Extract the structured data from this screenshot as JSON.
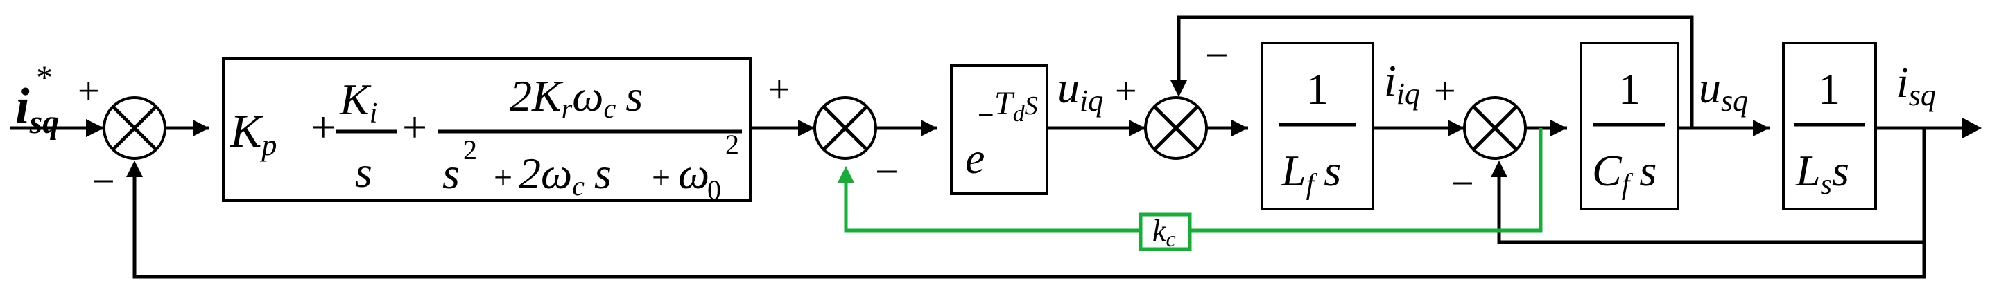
{
  "signals": {
    "i_ref": "i",
    "i_ref_sub": "sq",
    "i_ref_sup": "*",
    "u_iq": "u",
    "u_iq_sub": "iq",
    "i_iq": "i",
    "i_iq_sub": "iq",
    "u_sq": "u",
    "u_sq_sub": "sq",
    "i_sq": "i",
    "i_sq_sub": "sq"
  },
  "signs": {
    "plus": "+",
    "minus": "−"
  },
  "blocks": {
    "pr_controller": {
      "kp": "K",
      "kp_sub": "p",
      "plus": "+",
      "ki": "K",
      "ki_sub": "i",
      "s": "s",
      "num": "2K",
      "num_r": "r",
      "num_omega": "ω",
      "num_c": "c",
      "den_s": "s",
      "den_sq": "2",
      "den_plus": "+",
      "den_mid": "2ω",
      "den_mid_c": "c",
      "den_omega0": "ω",
      "den_0": "0"
    },
    "delay": {
      "e": "e",
      "minus": "−",
      "td": "T",
      "td_sub": "d",
      "s": "S"
    },
    "inductor_f": {
      "num": "1",
      "den": "L",
      "den_sub": "f",
      "s": "s"
    },
    "capacitor_f": {
      "num": "1",
      "den": "C",
      "den_sub": "f",
      "s": "s"
    },
    "inductor_s": {
      "num": "1",
      "den": "L",
      "den_sub": "s",
      "s": "s"
    },
    "gain_kc": {
      "k": "k",
      "k_sub": "c"
    }
  },
  "colors": {
    "line": "#000000",
    "feedback_green": "#1aab3a",
    "background": "#ffffff"
  }
}
